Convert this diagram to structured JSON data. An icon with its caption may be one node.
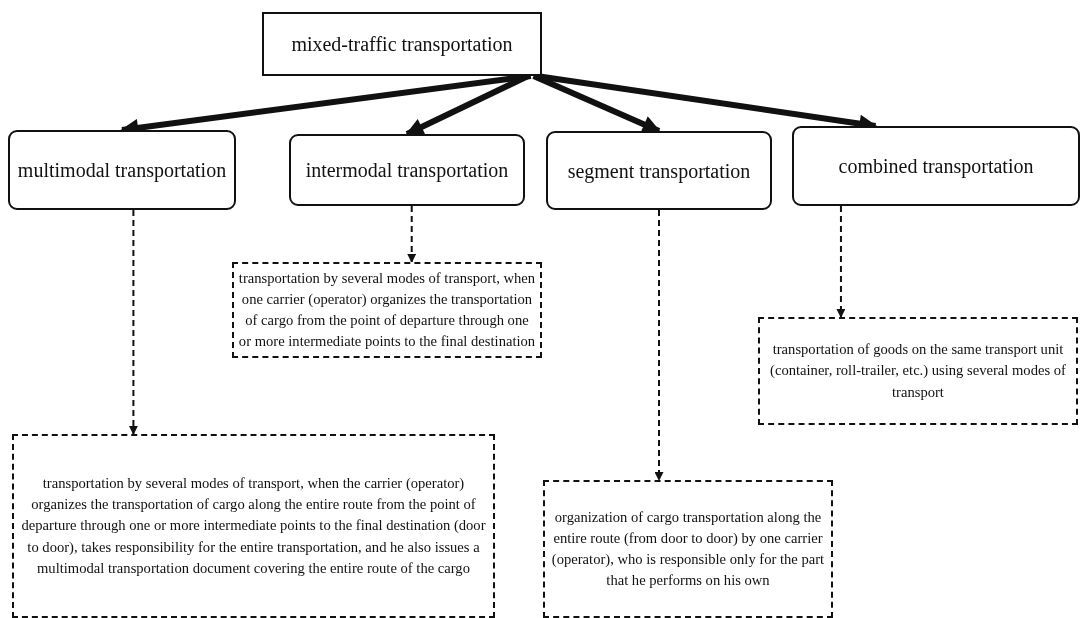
{
  "diagram": {
    "nodes": [
      {
        "text": [
          "mixed-traffic transportation"
        ]
      },
      {
        "text": [
          "multimodal transportation"
        ]
      },
      {
        "text": [
          "intermodal transportation"
        ]
      },
      {
        "text": [
          "segment transportation"
        ]
      },
      {
        "text": [
          "combined transportation"
        ]
      },
      {
        "text": [
          "transportation by several modes of transport, when one carrier (operator) organizes the transportation of cargo from the point of departure through one or more intermediate points to the final destination"
        ]
      },
      {
        "text": [
          "transportation of goods on the same transport unit (container, roll-trailer, etc.) using several modes of transport"
        ]
      },
      {
        "text": [
          "transportation by several modes of transport, when the carrier (operator) organizes the transportation of cargo along the entire route from the point of departure through one or more intermediate points to the final destination (door to door), takes responsibility for the entire transportation, and he also issues a multimodal transportation document covering the entire route of the cargo"
        ]
      },
      {
        "text": [
          "organization of cargo transportation along the entire route (from door to door) by one carrier (operator), who is responsible only for the part that he performs on his own"
        ]
      }
    ],
    "edges": [
      {
        "from": 0,
        "to": 1,
        "arrow": "to",
        "style": "thick"
      },
      {
        "from": 0,
        "to": 2,
        "arrow": "to",
        "style": "thick"
      },
      {
        "from": 0,
        "to": 3,
        "arrow": "to",
        "style": "thick"
      },
      {
        "from": 0,
        "to": 4,
        "arrow": "to",
        "style": "thick"
      },
      {
        "from": 1,
        "to": 7,
        "arrow": "to",
        "style": "dashed"
      },
      {
        "from": 2,
        "to": 5,
        "arrow": "to",
        "style": "dashed"
      },
      {
        "from": 3,
        "to": 8,
        "arrow": "to",
        "style": "dashed"
      },
      {
        "from": 4,
        "to": 6,
        "arrow": "to",
        "style": "dashed"
      }
    ]
  }
}
